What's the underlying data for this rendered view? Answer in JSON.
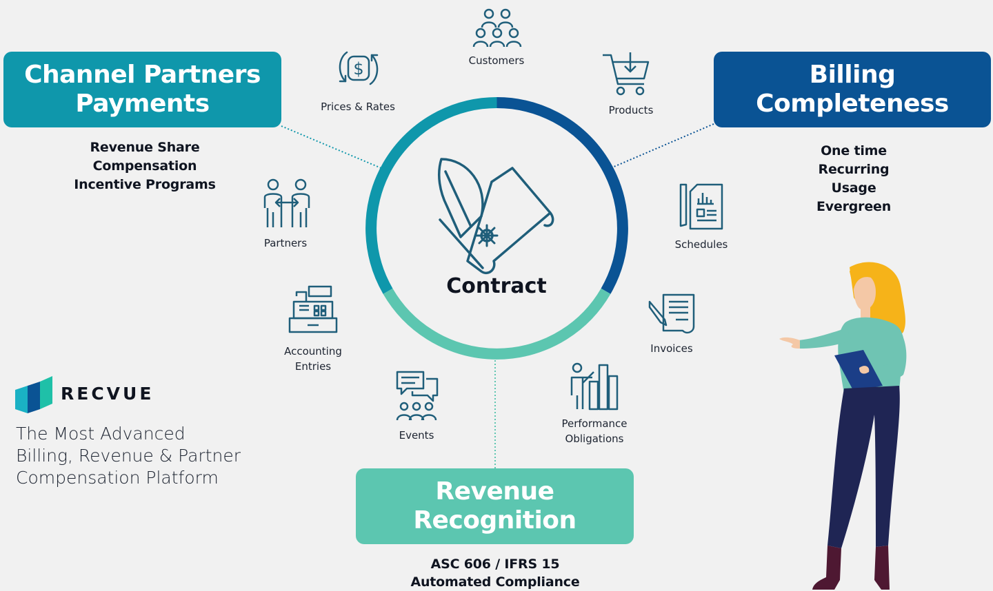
{
  "center": {
    "label": "Contract"
  },
  "boxes": {
    "channel": {
      "line1": "Channel Partners",
      "line2": "Payments",
      "color": "#0f97ab"
    },
    "billing": {
      "line1": "Billing",
      "line2": "Completeness",
      "color": "#0a5394"
    },
    "revenue": {
      "line1": "Revenue",
      "line2": "Recognition",
      "color": "#5cc6b0"
    }
  },
  "channel_sub": [
    "Revenue Share",
    "Compensation",
    "Incentive Programs"
  ],
  "billing_sub": [
    "One time",
    "Recurring",
    "Usage",
    "Evergreen"
  ],
  "revenue_sub": [
    "ASC 606 / IFRS 15",
    "Automated Compliance"
  ],
  "items": {
    "customers": "Customers",
    "prices": "Prices & Rates",
    "products": "Products",
    "partners": "Partners",
    "schedules": "Schedules",
    "accounting": [
      "Accounting",
      "Entries"
    ],
    "invoices": "Invoices",
    "events": "Events",
    "performance": [
      "Performance",
      "Obligations"
    ]
  },
  "brand": {
    "name": "RECVUE",
    "tagline": [
      "The Most Advanced",
      "Billing, Revenue & Partner",
      "Compensation Platform"
    ]
  },
  "colors": {
    "icon": "#1f5e7a",
    "teal": "#0f97ab",
    "navy": "#0a5394",
    "mint": "#5cc6b0"
  }
}
